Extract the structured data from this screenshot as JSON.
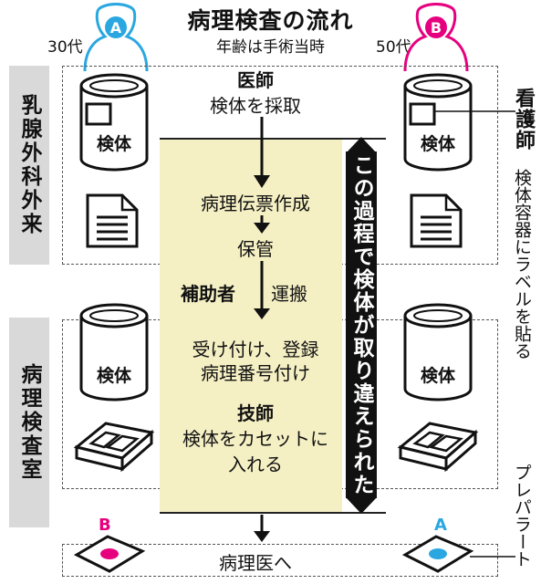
{
  "title": "病理検査の流れ",
  "subtitle": "年齢は手術当時",
  "patients": [
    {
      "letter": "A",
      "age": "30代",
      "color": "#2aa7e0"
    },
    {
      "letter": "B",
      "age": "50代",
      "color": "#e6007e"
    }
  ],
  "sections": {
    "outpatient": "乳腺外科外来",
    "lab": "病理検査室"
  },
  "container_label": "検体",
  "steps": {
    "doctor_role": "医師",
    "doctor_action": "検体を採取",
    "slip": "病理伝票作成",
    "storage": "保管",
    "assistant_role": "補助者",
    "assistant_action": "運搬",
    "reception_line1": "受け付け、登録",
    "reception_line2": "病理番号付け",
    "tech_role": "技師",
    "tech_line1": "検体をカセットに",
    "tech_line2": "入れる",
    "pathologist": "病理医へ"
  },
  "nurse": {
    "role": "看護師",
    "action": "検体容器にラベルを貼る"
  },
  "mixup_note": "この過程で検体が取り違えられた",
  "slide_label": "プレパラート",
  "slides": [
    {
      "letter": "B",
      "color": "#e6007e"
    },
    {
      "letter": "A",
      "color": "#2aa7e0"
    }
  ]
}
